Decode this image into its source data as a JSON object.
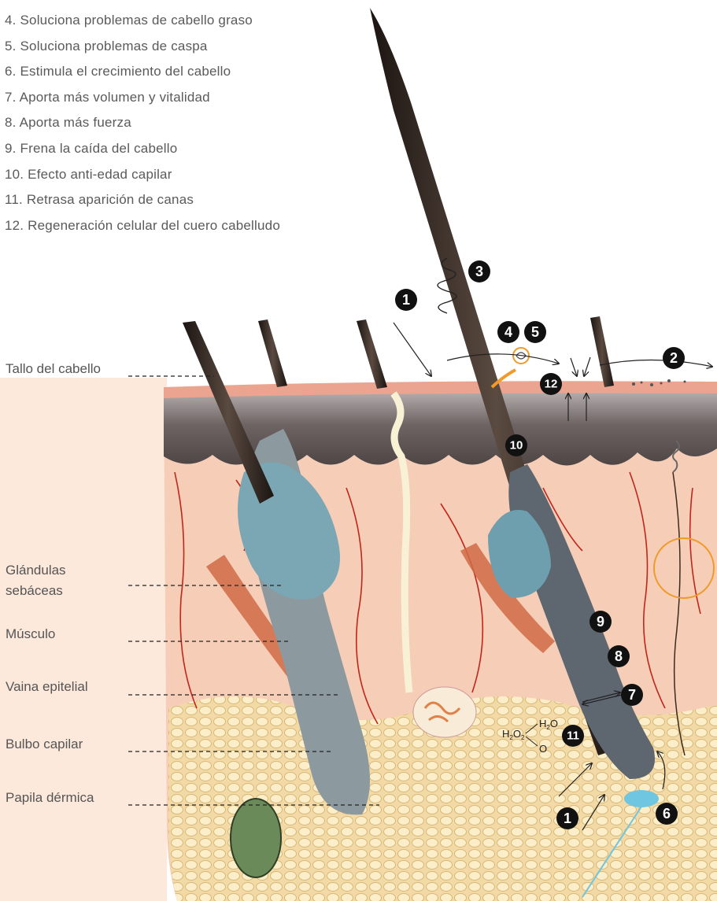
{
  "benefits": [
    "4. Soluciona problemas de cabello graso",
    "5. Soluciona problemas de caspa",
    "6. Estimula el crecimiento del cabello",
    "7. Aporta más volumen y vitalidad",
    "8. Aporta más fuerza",
    "9. Frena la caída del cabello",
    "10. Efecto anti-edad capilar",
    "11. Retrasa aparición de canas",
    "12. Regeneración celular del cuero cabelludo"
  ],
  "labels": {
    "tallo": "Tallo del cabello",
    "glandulas_1": "Glándulas",
    "glandulas_2": "sebáceas",
    "musculo": "Músculo",
    "vaina": "Vaina epitelial",
    "bulbo": "Bulbo capilar",
    "papila": "Papila dérmica"
  },
  "badges": {
    "b1": "1",
    "b2": "2",
    "b3": "3",
    "b4": "4",
    "b5": "5",
    "b6": "6",
    "b7": "7",
    "b8": "8",
    "b9": "9",
    "b10": "10",
    "b11": "11",
    "b12": "12",
    "b1b": "1"
  },
  "formula": {
    "h": "H",
    "two": "2",
    "o": "O"
  },
  "colors": {
    "skin_panel": "#fde9dc",
    "badge": "#111111",
    "accent_orange": "#f09a2a",
    "accent_blue": "#6ec6e0",
    "dashes": "#222222"
  }
}
